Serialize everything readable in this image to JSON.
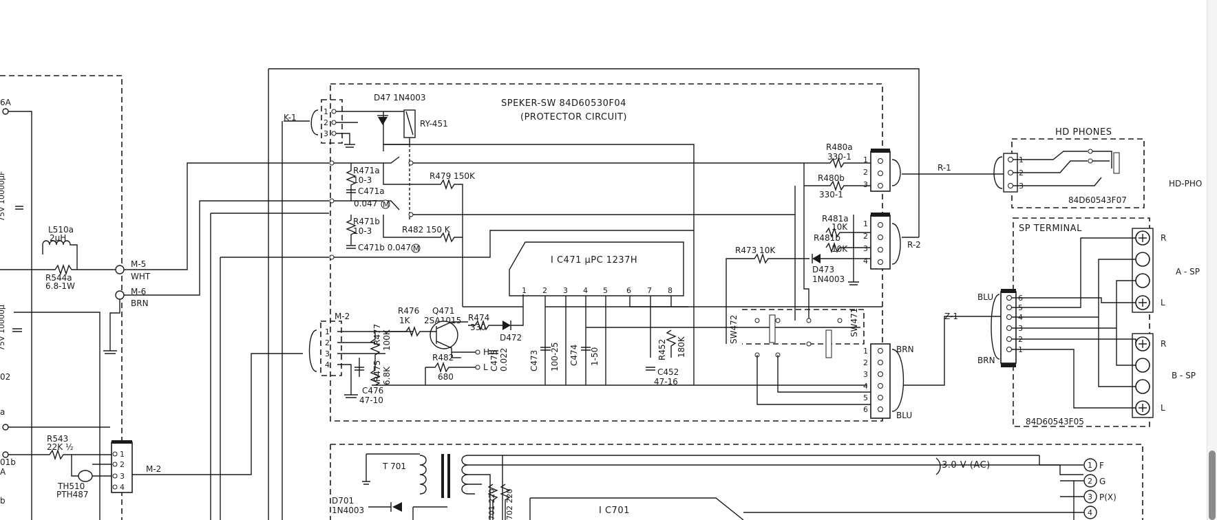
{
  "diagram": {
    "left_board": {
      "labels": [
        "6A",
        "L510a",
        "2μH",
        "R544a",
        "6.8-1W",
        "M-5",
        "WHT",
        "M-6",
        "BRN",
        "R543",
        "22K ½",
        "TH510",
        "PTH487",
        "M-2",
        "75V 10000μF",
        "75V 10000μ",
        "02",
        "01b",
        "A",
        "b",
        "a"
      ],
      "connector_pins": [
        "1",
        "2",
        "3",
        "4"
      ]
    },
    "protector": {
      "title": "SPEKER-SW    84D60530F04",
      "subtitle": "(PROTECTOR CIRCUIT)",
      "k1": "K-1",
      "k1_pins": [
        "1",
        "2",
        "3"
      ],
      "d47": "D47  1N4003",
      "ry": "RY-451",
      "r471a": "R471a",
      "r471a_val": "10-3",
      "c471a": "C471a",
      "c471a_val": "0.047",
      "r471b": "R471b",
      "r471b_val": "10-3",
      "c471b": "C471b 0.047",
      "r479": "R479 150K",
      "r482a": "R482  150 K",
      "ic": "I C471   μPC 1237H",
      "ic_pins": [
        "1",
        "2",
        "3",
        "4",
        "5",
        "6",
        "7",
        "8"
      ],
      "m2": "M-2",
      "m2_pins": [
        "1",
        "2",
        "3",
        "4"
      ],
      "r476": "R476",
      "r476_val": "1K",
      "q471": "Q471",
      "q471_part": "2SA1015",
      "r474": "R474",
      "r474_val": "330",
      "d472": "D472",
      "r477": "R477",
      "r477_val": "100K",
      "r475": "R475",
      "r475_val": "6.8K",
      "r482b": "R482",
      "r482b_val": "680",
      "h": "H",
      "l": "L",
      "c476": "C476",
      "c476_val": "47-10",
      "c475": "C475",
      "c475_val": "0.022",
      "c473": "C473",
      "c473_val": "100-25",
      "c474": "C474",
      "c474_val": "1-50",
      "r452": "R452",
      "r452_val": "180K",
      "c452": "C452",
      "c452_val": "47-16",
      "r473": "R473  10K",
      "d473": "D473",
      "d473_part": "1N4003",
      "sw472": "SW472",
      "sw471": "SW471",
      "r480a": "R480a",
      "r480a_val": "330-1",
      "r480b": "R480b",
      "r480b_val": "330-1",
      "r481a": "R481a",
      "r481a_val": "10K",
      "r481b": "R481b",
      "r481b_val": "10K",
      "r1": "R-1",
      "r2": "R-2",
      "r1_pins": [
        "1",
        "2",
        "3"
      ],
      "r2_pins": [
        "1",
        "2",
        "3",
        "4"
      ],
      "brn": "BRN",
      "blu": "BLU",
      "out_pins": [
        "1",
        "2",
        "3",
        "4",
        "5",
        "6"
      ],
      "z1": "Z-1"
    },
    "hd_phones": {
      "title": "HD PHONES",
      "part": "84D60543F07",
      "pins": [
        "1",
        "2",
        "3"
      ],
      "side": "HD-PHO"
    },
    "sp_terminal": {
      "title": "SP  TERMINAL",
      "part": "84D60543F05",
      "pins": [
        "6",
        "5",
        "4",
        "3",
        "2",
        "1"
      ],
      "blu": "BLU",
      "brn": "BRN",
      "r": "R",
      "l": "L",
      "a_sp": "A - SP",
      "b_sp": "B - SP"
    },
    "power": {
      "t701": "T 701",
      "d701": "D701",
      "d701_part": "1N4003",
      "ac": "3.0 V (AC)",
      "r701": "701 220",
      "r702": "702 220",
      "ic701": "I C701",
      "outputs": [
        "F",
        "G",
        "P(X)",
        "4"
      ]
    }
  }
}
